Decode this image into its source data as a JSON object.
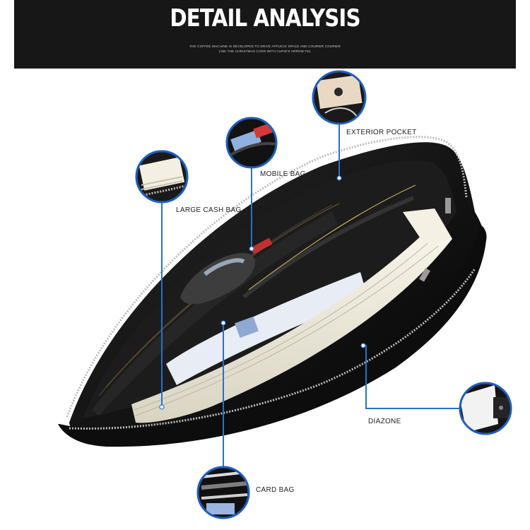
{
  "header": {
    "title": "DETAIL ANALYSIS",
    "subtitle_line1": "THE COFFEE MACHINE IS DEVELOPED TO DRIVE AFFLECK SPACE AND COURIER COURIER",
    "subtitle_line2": "LINK THE CHRISTMAS CARD WITH CUPID'S ARROW FEL"
  },
  "labels": {
    "exterior_pocket": "EXTERIOR POCKET",
    "mobile_bag": "MOBILE BAG",
    "large_cash_bag": "LARGE CASH BAG",
    "diazone": "DIAZONE",
    "card_bag": "CARD BAG"
  },
  "colors": {
    "header_bg": "#171717",
    "callout_line": "#2a6fd0",
    "wallet_leather": "#151515",
    "zipper": "#b9b9b9"
  },
  "icons": {
    "phone_logo": "apple-logo-icon"
  }
}
